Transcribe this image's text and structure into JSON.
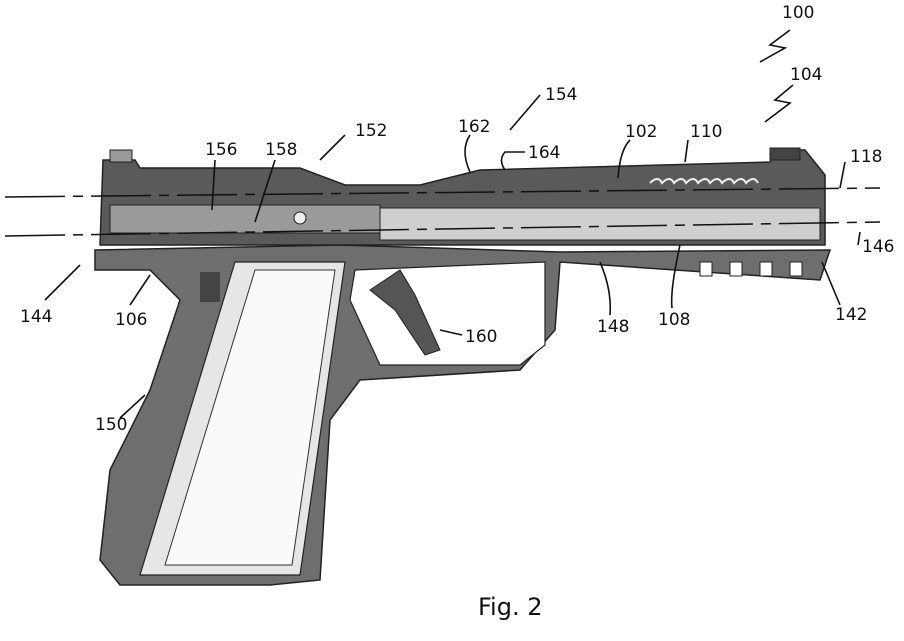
{
  "figure": {
    "caption": "Fig. 2",
    "reference_numerals": {
      "r100": "100",
      "r104": "104",
      "r154": "154",
      "r152": "152",
      "r162": "162",
      "r164": "164",
      "r102": "102",
      "r110": "110",
      "r156": "156",
      "r158": "158",
      "r118": "118",
      "r146": "146",
      "r144": "144",
      "r106": "106",
      "r148": "148",
      "r108": "108",
      "r142": "142",
      "r160": "160",
      "r150": "150"
    }
  },
  "colors": {
    "slide": "#5a5a5a",
    "frame": "#6e6e6e",
    "light": "#d8d8d8",
    "ink": "#111111"
  }
}
